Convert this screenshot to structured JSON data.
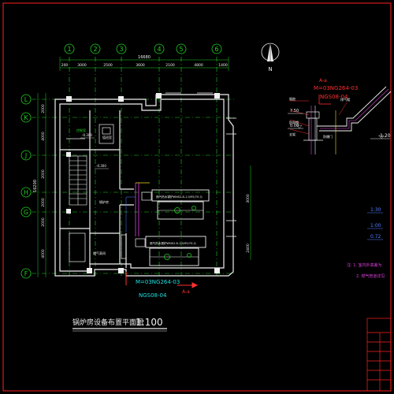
{
  "colors": {
    "background": "#000000",
    "frame": "#ff2020",
    "grid": "#20d020",
    "dims": "#20d020",
    "walls": "#f0f0f0",
    "equipment": "#f0f0f0",
    "cyan": "#20e0e0",
    "magenta": "#e040e0",
    "yellow": "#f0e020",
    "blue": "#5080ff",
    "red": "#ff3030"
  },
  "north": {
    "label": "N"
  },
  "axes": {
    "columns": [
      "1",
      "2",
      "3",
      "4",
      "5",
      "6"
    ],
    "rows": [
      "L",
      "K",
      "J",
      "H",
      "G",
      "F"
    ]
  },
  "dims": {
    "total_top": "16680",
    "top_segments": [
      "200",
      "3000",
      "2500",
      "3600",
      "2100",
      "4800",
      "1400"
    ],
    "left_segments": [
      "2000",
      "4000",
      "2000",
      "2000",
      "2000",
      "4000"
    ],
    "left_total": "16200",
    "right_segments": [
      "3000",
      "2400"
    ]
  },
  "plan": {
    "title": "锅炉房设备布置平面图",
    "scale": "1:100",
    "room_label_1": "控制室",
    "room_label_2": "值班室",
    "room_label_3": "锅炉房",
    "room_label_4": "燃气表间",
    "level_1": "-0.300",
    "level_2": "-0.300",
    "boiler_1": "燃气热水锅炉WNS2.8-1.0/95/70-Q",
    "boiler_2": "燃气热水锅炉WNS2.8-1.0/95/70-Q",
    "tag_line1": "M=03NG264-03",
    "tag_line2": "NGS08-04",
    "tag_marker": "A-a"
  },
  "section": {
    "tag_marker": "A-a",
    "tag_line1": "M=03NG264-03",
    "tag_line2": "NGS08-04",
    "label_yanqi": "烟囱",
    "label_paiqi": "排气帽",
    "label_fangyu": "防雨帽",
    "label_zhichi": "支架",
    "label_fangbao": "防爆门",
    "elev_1": "7.50",
    "elev_2": "0.00",
    "elev_3": "-1.20",
    "slope_1": "1:30",
    "slope_2": "1:00",
    "slope_3": "0.72"
  },
  "notes": {
    "line1": "注: 1. 室内外高差为",
    "line2": "2. 燃气管道详见"
  },
  "title_block": {
    "rows": [
      "",
      "",
      "",
      "",
      "",
      "",
      "",
      ""
    ]
  }
}
